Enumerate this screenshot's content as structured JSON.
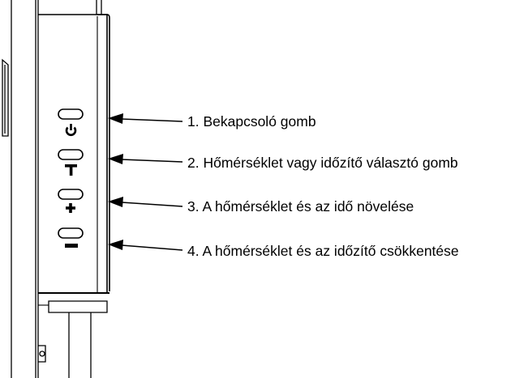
{
  "callouts": [
    {
      "label": "1. Bekapcsoló gomb",
      "button_symbol": "power"
    },
    {
      "label": "2. Hőmérséklet vagy időzítő választó gomb",
      "button_symbol": "T"
    },
    {
      "label": "3. A hőmérséklet és az idő növelése",
      "button_symbol": "+"
    },
    {
      "label": "4. A hőmérséklet és az időzítő csökkentése",
      "button_symbol": "−"
    }
  ],
  "colors": {
    "line": "#000000",
    "background": "#ffffff"
  }
}
